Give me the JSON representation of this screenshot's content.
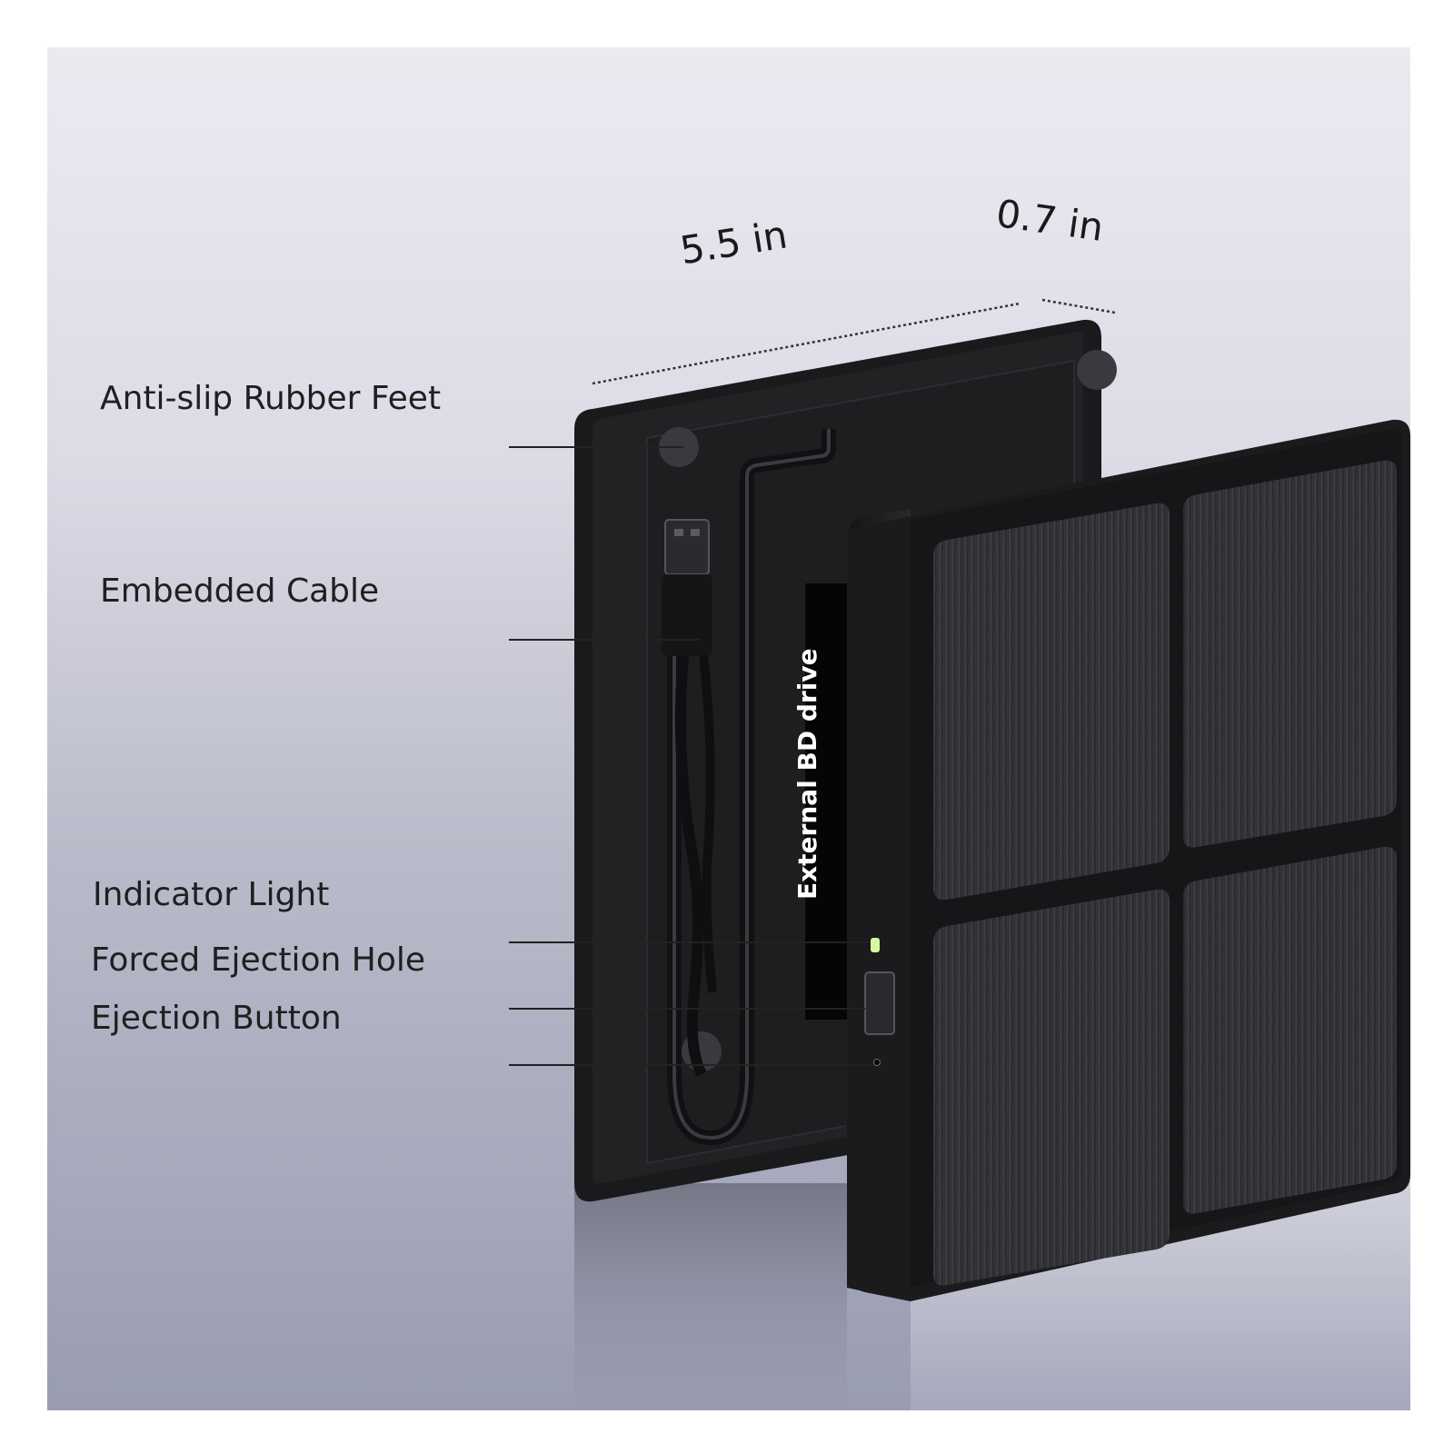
{
  "dimensions": {
    "length": "5.5 in",
    "thickness": "0.7 in"
  },
  "callouts": [
    {
      "key": "feet",
      "label": "Anti-slip Rubber Feet"
    },
    {
      "key": "cable",
      "label": "Embedded Cable"
    },
    {
      "key": "light",
      "label": "Indicator Light"
    },
    {
      "key": "hole",
      "label": "Forced Ejection Hole"
    },
    {
      "key": "button",
      "label": "Ejection Button"
    }
  ],
  "product_label": "External BD drive",
  "colors": {
    "body": "#1c1c1e",
    "edge": "#2b2b2e",
    "brushed_panel": "#2f3033",
    "indicator": "#d9f7a0",
    "leader_line": "#222222"
  }
}
